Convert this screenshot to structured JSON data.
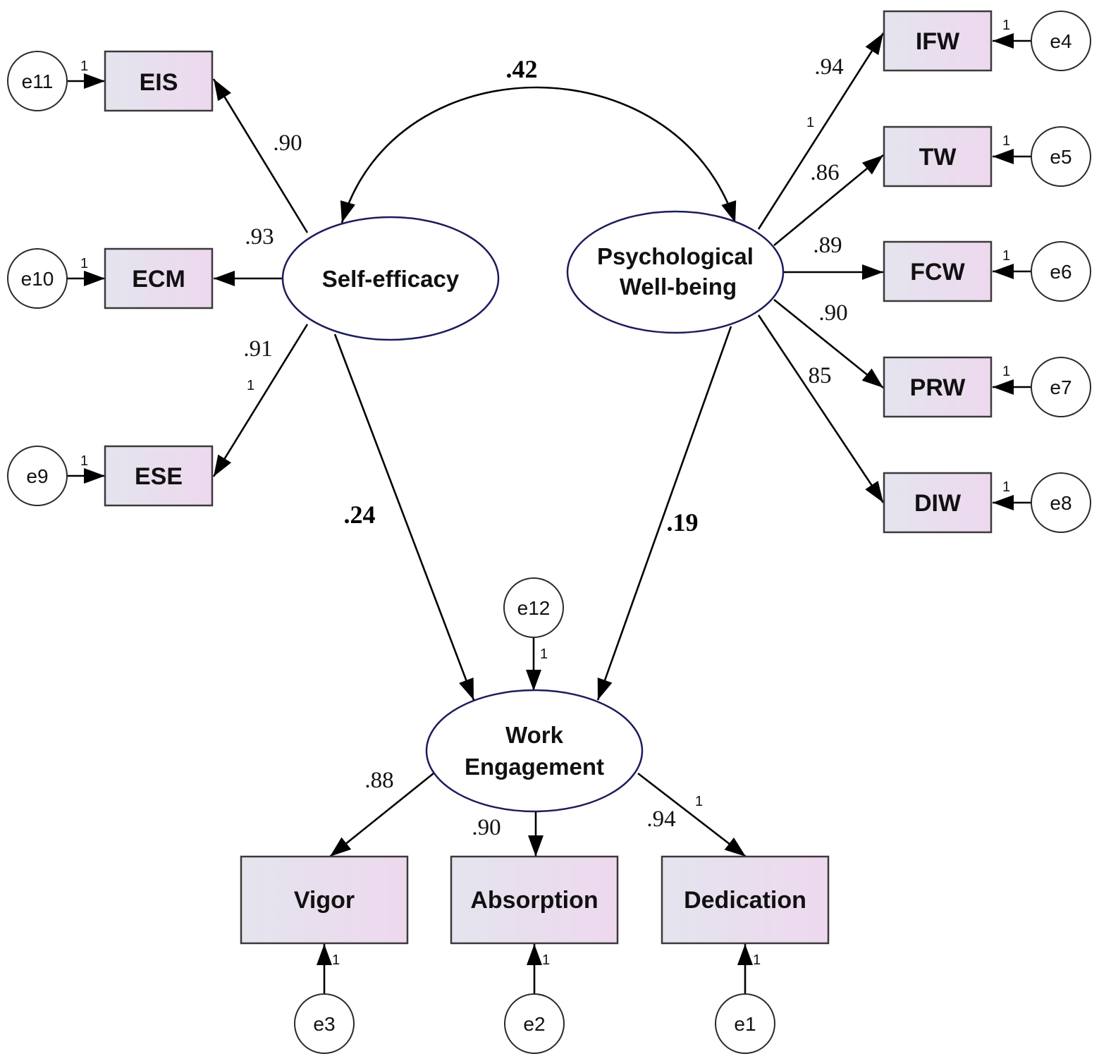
{
  "latents": {
    "self_efficacy": "Self-efficacy",
    "psych_wellbeing_line1": "Psychological",
    "psych_wellbeing_line2": "Well-being",
    "work_engagement_line1": "Work",
    "work_engagement_line2": "Engagement"
  },
  "indicators": {
    "eis": "EIS",
    "ecm": "ECM",
    "ese": "ESE",
    "ifw": "IFW",
    "tw": "TW",
    "fcw": "FCW",
    "prw": "PRW",
    "diw": "DIW",
    "vigor": "Vigor",
    "absorption": "Absorption",
    "dedication": "Dedication"
  },
  "errors": {
    "e1": "e1",
    "e2": "e2",
    "e3": "e3",
    "e4": "e4",
    "e5": "e5",
    "e6": "e6",
    "e7": "e7",
    "e8": "e8",
    "e9": "e9",
    "e10": "e10",
    "e11": "e11",
    "e12": "e12"
  },
  "coefficients": {
    "covariance": ".42",
    "se_to_we": ".24",
    "pwb_to_we": ".19",
    "eis": ".90",
    "ecm": ".93",
    "ese": ".91",
    "ifw": ".94",
    "tw": ".86",
    "fcw": ".89",
    "prw": ".90",
    "diw": "85",
    "vigor": ".88",
    "absorption": ".90",
    "dedication": ".94"
  },
  "fixed_label": "1",
  "colors": {
    "box_gradient_start": "#e4e4ee",
    "box_gradient_end": "#eed8ee",
    "latent_stroke": "#1c1c5c"
  }
}
